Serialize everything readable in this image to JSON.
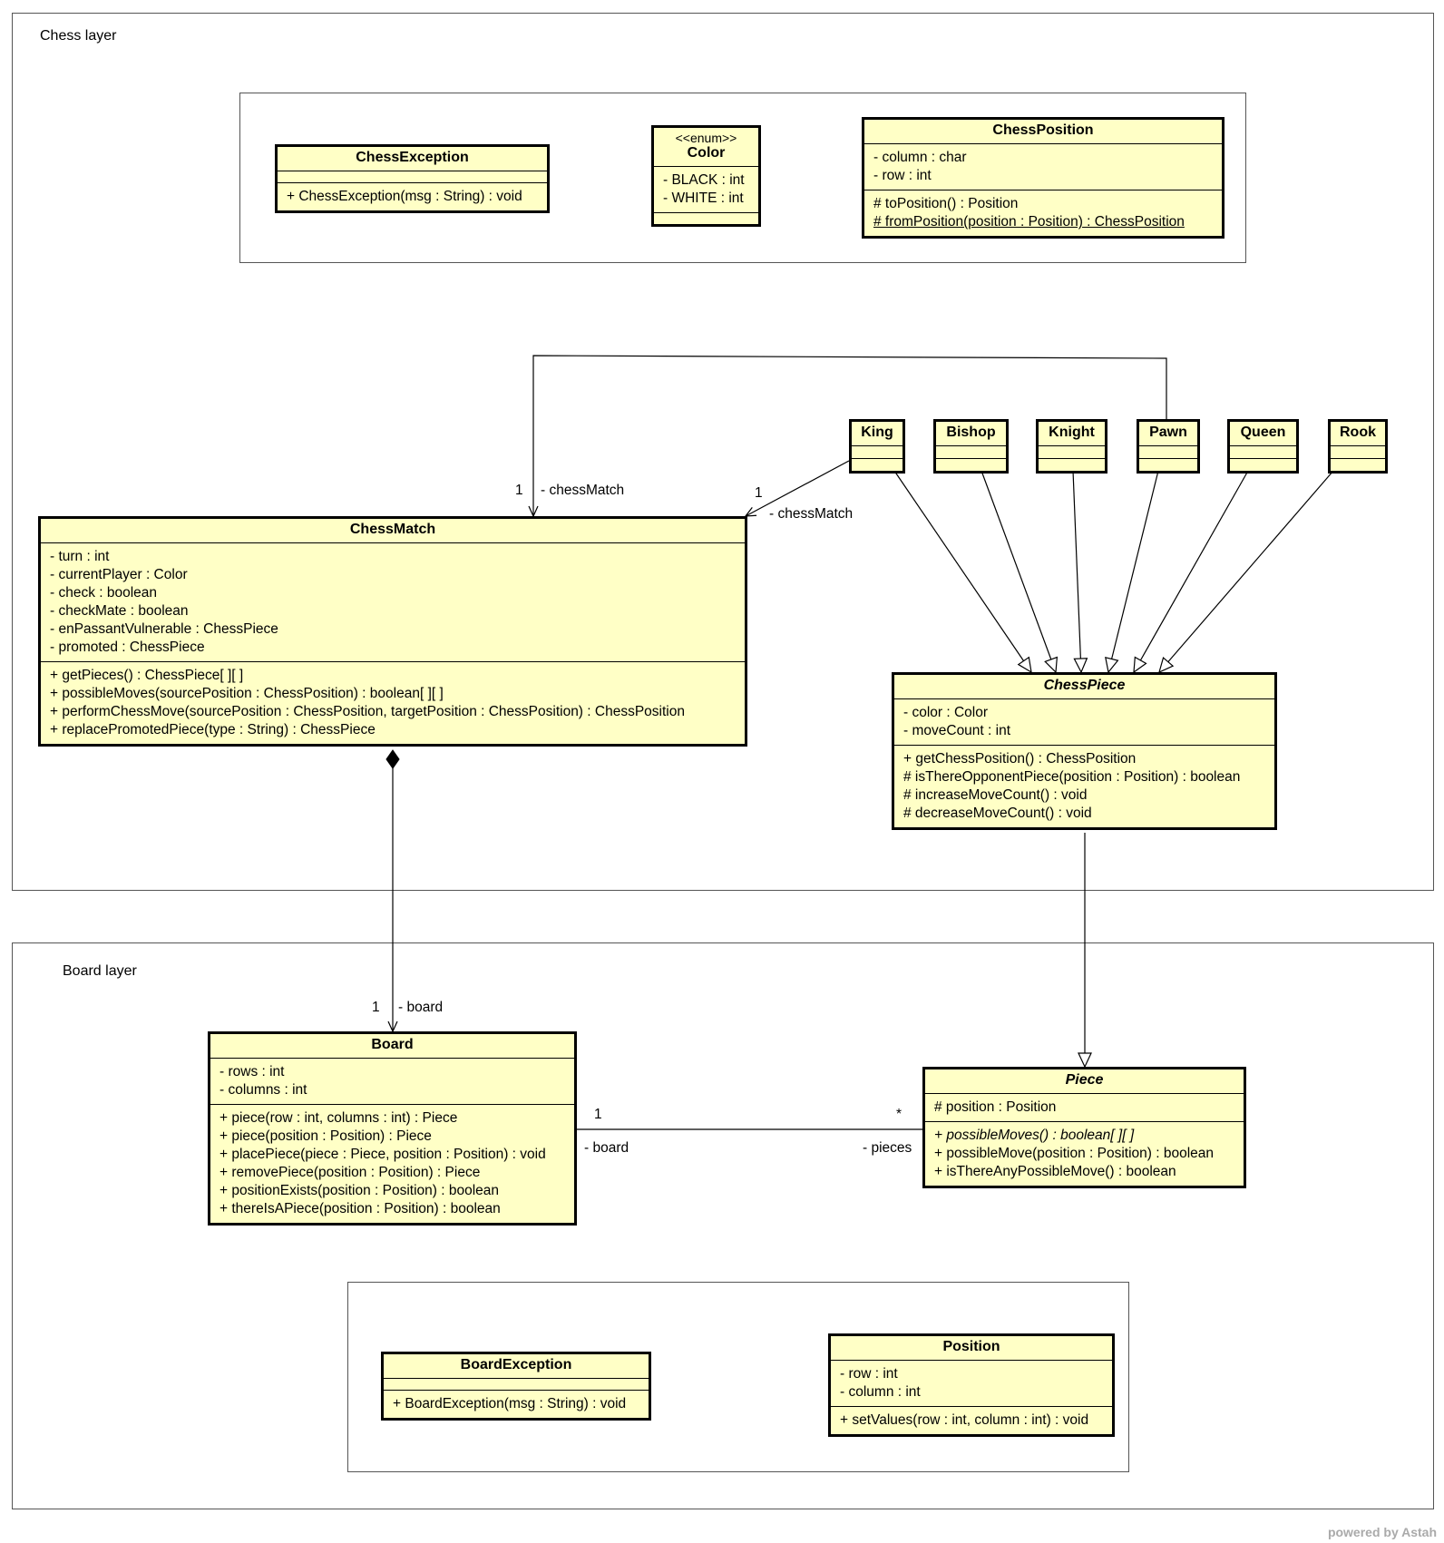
{
  "packages": {
    "chess": {
      "title": "Chess layer"
    },
    "board": {
      "title": "Board layer"
    }
  },
  "classes": {
    "chess_exception": {
      "name": "ChessException",
      "attributes": [],
      "operations": [
        "+ ChessException(msg : String) : void"
      ]
    },
    "color": {
      "stereotype": "<<enum>>",
      "name": "Color",
      "attributes": [
        "- BLACK : int",
        "- WHITE : int"
      ],
      "operations": []
    },
    "chess_position": {
      "name": "ChessPosition",
      "attributes": [
        "- column : char",
        "- row : int"
      ],
      "operations": [
        "# toPosition() : Position",
        "# fromPosition(position : Position) : ChessPosition"
      ]
    },
    "king": {
      "name": "King"
    },
    "bishop": {
      "name": "Bishop"
    },
    "knight": {
      "name": "Knight"
    },
    "pawn": {
      "name": "Pawn"
    },
    "queen": {
      "name": "Queen"
    },
    "rook": {
      "name": "Rook"
    },
    "chess_match": {
      "name": "ChessMatch",
      "attributes": [
        "- turn : int",
        "- currentPlayer : Color",
        "- check : boolean",
        "- checkMate : boolean",
        "- enPassantVulnerable : ChessPiece",
        "- promoted : ChessPiece"
      ],
      "operations": [
        "+ getPieces() : ChessPiece[ ][ ]",
        "+ possibleMoves(sourcePosition : ChessPosition) : boolean[ ][ ]",
        "+ performChessMove(sourcePosition : ChessPosition, targetPosition : ChessPosition) : ChessPosition",
        "+ replacePromotedPiece(type : String) : ChessPiece"
      ]
    },
    "chess_piece": {
      "name": "ChessPiece",
      "attributes": [
        "- color : Color",
        "- moveCount : int"
      ],
      "operations": [
        "+ getChessPosition() : ChessPosition",
        "# isThereOpponentPiece(position : Position) : boolean",
        "# increaseMoveCount() : void",
        "# decreaseMoveCount() : void"
      ]
    },
    "board": {
      "name": "Board",
      "attributes": [
        "- rows : int",
        "- columns : int"
      ],
      "operations": [
        "+ piece(row : int, columns : int) : Piece",
        "+ piece(position : Position) : Piece",
        "+ placePiece(piece : Piece, position : Position) : void",
        "+ removePiece(position : Position) : Piece",
        "+ positionExists(position : Position) : boolean",
        "+ thereIsAPiece(position : Position) : boolean"
      ]
    },
    "piece": {
      "name": "Piece",
      "attributes": [
        "# position : Position"
      ],
      "operations": [
        "+ possibleMoves() : boolean[ ][ ]",
        "+ possibleMove(position : Position) : boolean",
        "+ isThereAnyPossibleMove() : boolean"
      ]
    },
    "board_exception": {
      "name": "BoardException",
      "attributes": [],
      "operations": [
        "+ BoardException(msg : String) : void"
      ]
    },
    "position": {
      "name": "Position",
      "attributes": [
        "- row : int",
        "- column : int"
      ],
      "operations": [
        "+ setValues(row : int, column : int) : void"
      ]
    }
  },
  "edge_labels": {
    "pawn_match_mult": "1",
    "pawn_match_role": "- chessMatch",
    "king_match_mult": "1",
    "king_match_role": "- chessMatch",
    "match_board_mult": "1",
    "match_board_role": "- board",
    "board_piece_left_mult": "1",
    "board_piece_left_role": "- board",
    "board_piece_right_mult": "*",
    "board_piece_right_role": "- pieces"
  },
  "footer": "powered by Astah"
}
